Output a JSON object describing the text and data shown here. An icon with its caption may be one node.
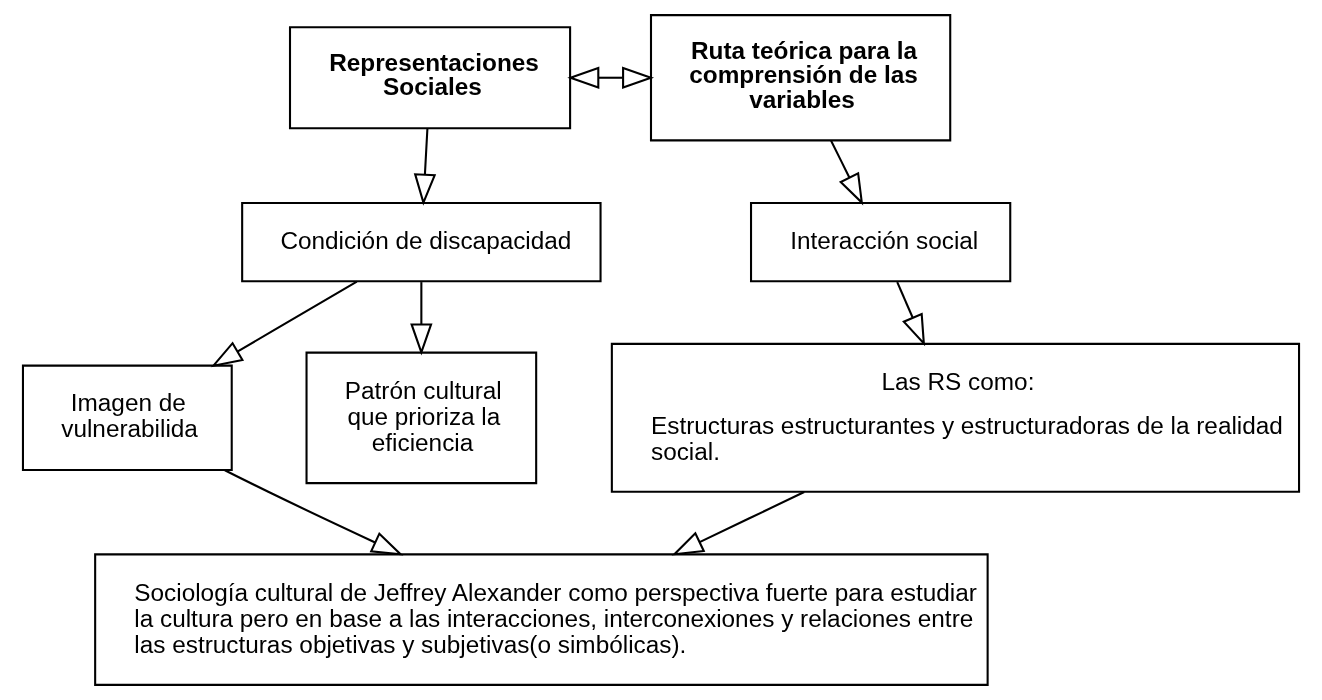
{
  "diagram": {
    "nodes": [
      {
        "text": [
          "Representaciones Sociales"
        ]
      },
      {
        "text": [
          "Ruta teórica para la comprensión de las variables"
        ]
      },
      {
        "text": [
          "Condición de discapacidad"
        ]
      },
      {
        "text": [
          "Interacción social"
        ]
      },
      {
        "text": [
          "Imagen de vulnerabilida"
        ]
      },
      {
        "text": [
          "Patrón cultural que prioriza la eficiencia"
        ]
      },
      {
        "text": [
          "Las RS como:",
          "Estructuras estructurantes y estructuradoras de la realidad social."
        ]
      },
      {
        "text": [
          "Sociología cultural de Jeffrey Alexander como perspectiva fuerte para estudiar la cultura pero en base a las interacciones, interconexiones y relaciones entre las estructuras objetivas y subjetivas(o simbólicas)."
        ]
      }
    ],
    "edges": [
      {
        "from": 0,
        "to": 1,
        "arrow": "both"
      },
      {
        "from": 0,
        "to": 2,
        "arrow": "to"
      },
      {
        "from": 1,
        "to": 3,
        "arrow": "to"
      },
      {
        "from": 2,
        "to": 4,
        "arrow": "to"
      },
      {
        "from": 2,
        "to": 5,
        "arrow": "to"
      },
      {
        "from": 3,
        "to": 6,
        "arrow": "to"
      },
      {
        "from": 6,
        "to": 7,
        "arrow": "to"
      },
      {
        "from": 4,
        "to": 7,
        "arrow": "to"
      }
    ]
  }
}
